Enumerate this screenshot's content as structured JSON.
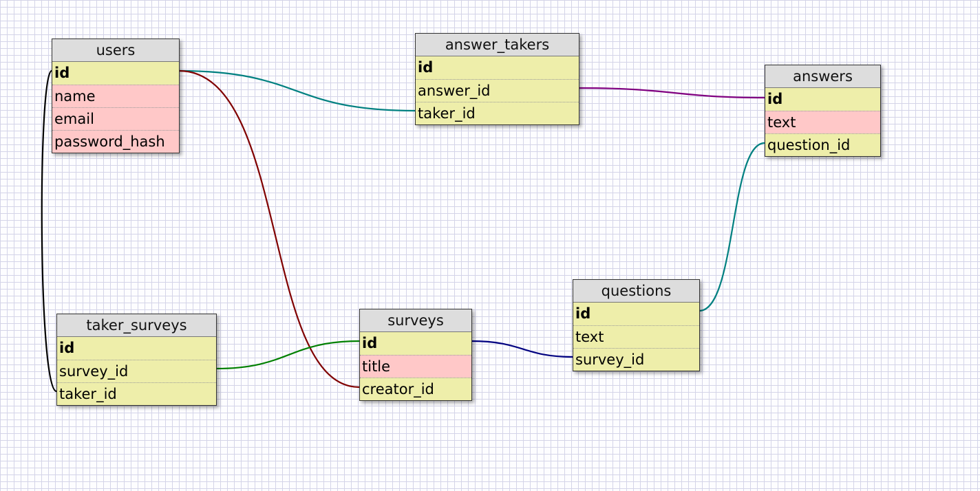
{
  "tables": {
    "users": {
      "name": "users",
      "columns": [
        {
          "name": "id",
          "primary_key": true
        },
        {
          "name": "name"
        },
        {
          "name": "email"
        },
        {
          "name": "password_hash"
        }
      ]
    },
    "answer_takers": {
      "name": "answer_takers",
      "columns": [
        {
          "name": "id",
          "primary_key": true
        },
        {
          "name": "answer_id"
        },
        {
          "name": "taker_id"
        }
      ]
    },
    "answers": {
      "name": "answers",
      "columns": [
        {
          "name": "id",
          "primary_key": true
        },
        {
          "name": "text"
        },
        {
          "name": "question_id"
        }
      ]
    },
    "taker_surveys": {
      "name": "taker_surveys",
      "columns": [
        {
          "name": "id",
          "primary_key": true
        },
        {
          "name": "survey_id"
        },
        {
          "name": "taker_id"
        }
      ]
    },
    "surveys": {
      "name": "surveys",
      "columns": [
        {
          "name": "id",
          "primary_key": true
        },
        {
          "name": "title"
        },
        {
          "name": "creator_id"
        }
      ]
    },
    "questions": {
      "name": "questions",
      "columns": [
        {
          "name": "id",
          "primary_key": true
        },
        {
          "name": "text"
        },
        {
          "name": "survey_id"
        }
      ]
    }
  },
  "relations": [
    {
      "from": "answer_takers.taker_id",
      "to": "users.id",
      "color": "#008080"
    },
    {
      "from": "surveys.creator_id",
      "to": "users.id",
      "color": "#800000"
    },
    {
      "from": "taker_surveys.taker_id",
      "to": "users.id",
      "color": "#000000"
    },
    {
      "from": "taker_surveys.survey_id",
      "to": "surveys.id",
      "color": "#008000"
    },
    {
      "from": "questions.survey_id",
      "to": "surveys.id",
      "color": "#000080"
    },
    {
      "from": "answer_takers.answer_id",
      "to": "answers.id",
      "color": "#800080"
    },
    {
      "from": "answers.question_id",
      "to": "questions.id",
      "color": "#008080"
    }
  ],
  "colors": {
    "field_background": "#eeeeaa",
    "text_field_background": "#ffc8c8",
    "header_background": "#dddddd",
    "grid_line": "#d4d4e8"
  }
}
